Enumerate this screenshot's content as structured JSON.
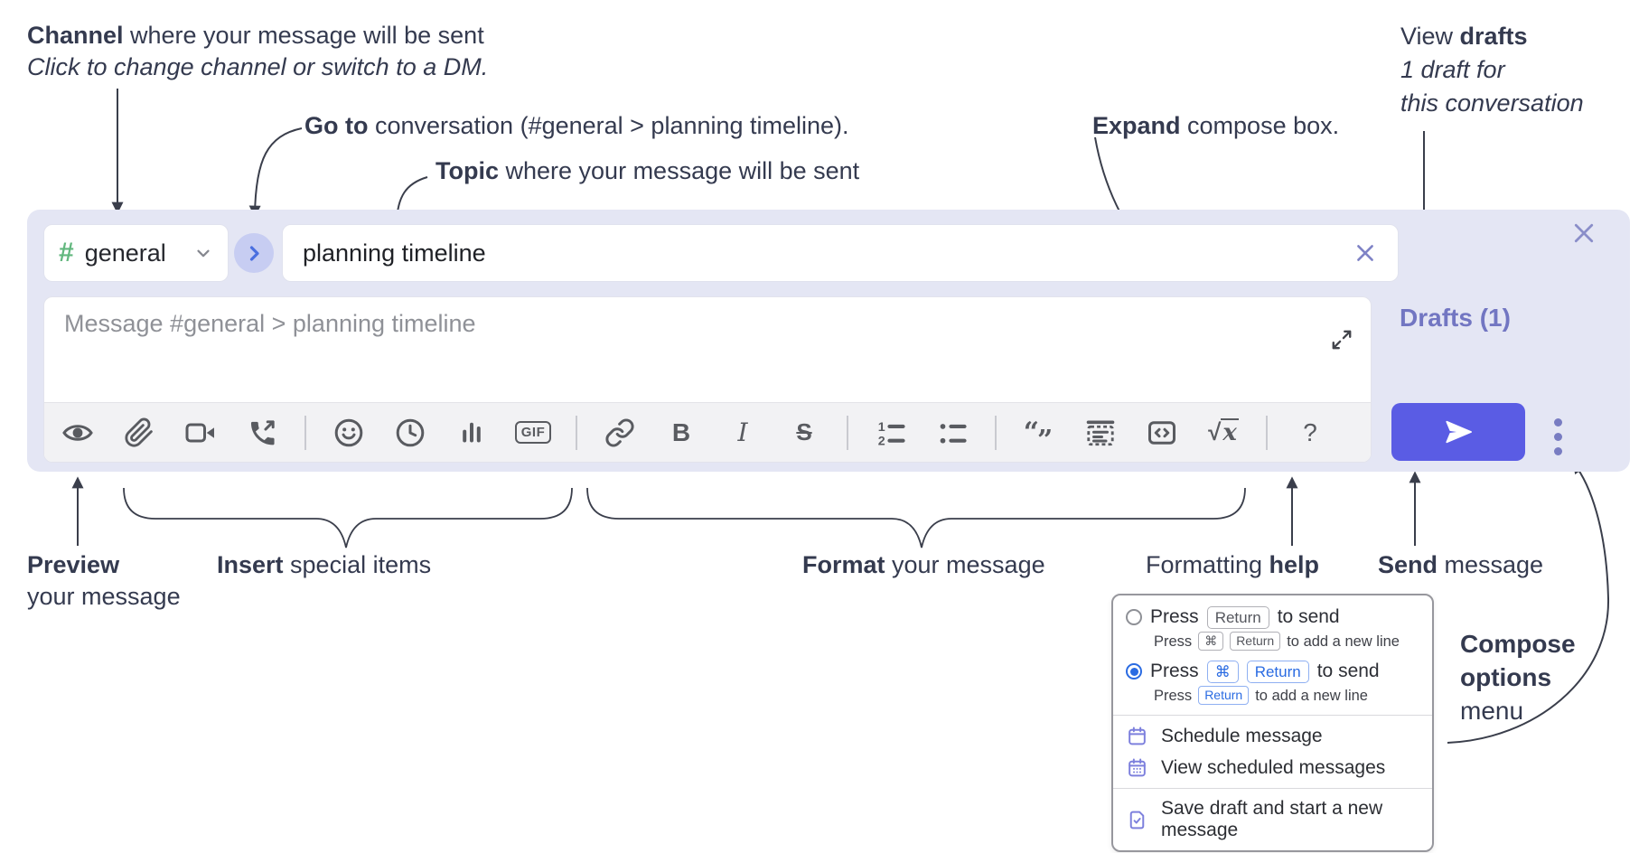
{
  "annotations": {
    "channel_line1_bold": "Channel",
    "channel_line1_rest": " where your message will be sent",
    "channel_line2": "Click to change channel or switch to a DM.",
    "goto_bold": "Go to",
    "goto_rest": " conversation (#general > planning timeline).",
    "topic_bold": "Topic",
    "topic_rest": " where your message will be sent",
    "expand_bold": "Expand",
    "expand_rest": " compose box.",
    "drafts_line1_rest": "View ",
    "drafts_line1_bold": "drafts",
    "drafts_line2": "1 draft for",
    "drafts_line3": "this conversation",
    "preview_bold": "Preview",
    "preview_line2": "your message",
    "insert_bold": "Insert",
    "insert_rest": " special items",
    "format_bold": "Format",
    "format_rest": " your message",
    "help_rest": "Formatting ",
    "help_bold": "help",
    "send_bold": "Send",
    "send_rest": " message",
    "compose_options_line1": "Compose",
    "compose_options_line2": "options",
    "compose_options_line3": "menu"
  },
  "compose": {
    "channel": {
      "hash": "#",
      "name": "general"
    },
    "topic_value": "planning timeline",
    "message_placeholder": "Message #general > planning timeline",
    "drafts_link": "Drafts (1)"
  },
  "icons": {
    "preview": "eye",
    "attach": "paperclip",
    "video": "video-camera",
    "call": "phone-outgoing",
    "emoji": "smiley-face",
    "history": "clock",
    "poll": "bar-chart",
    "gif": "GIF",
    "link": "chain-link",
    "bold": "B",
    "italic": "I",
    "strikethrough": "S",
    "ordered_list": "numbered-list",
    "ol_num1": "1",
    "ol_num2": "2",
    "bullet_list": "bulleted-list",
    "quote_open": "“",
    "quote_close": "”",
    "snippet": "dashed-box-lines",
    "code": "angle-brackets-box",
    "math_root": "√",
    "math_var": "x",
    "help": "?",
    "send": "paper-plane",
    "more": "vertical-ellipsis",
    "expand": "diagonal-arrows",
    "close": "x",
    "clear": "x"
  },
  "options_menu": {
    "option_return": {
      "selected": false,
      "main_prefix": "Press",
      "main_key1": "Return",
      "main_suffix": "to send",
      "sub_prefix": "Press",
      "sub_key1": "⌘",
      "sub_key2": "Return",
      "sub_suffix": "to add a new line"
    },
    "option_cmd_return": {
      "selected": true,
      "main_prefix": "Press",
      "main_key1": "⌘",
      "main_key2": "Return",
      "main_suffix": "to send",
      "sub_prefix": "Press",
      "sub_key1": "Return",
      "sub_suffix": "to add a new line"
    },
    "items": {
      "schedule": "Schedule message",
      "view_scheduled": "View scheduled messages",
      "save_draft": "Save draft and start a new message"
    }
  },
  "colors": {
    "annotation_text": "#343a4f",
    "panel_bg": "#e4e6f4",
    "send_button": "#5a5ce4",
    "link_purple": "#7276c2",
    "hash_green": "#62b77e",
    "goto_chevron_blue": "#4b6fe0",
    "toolbar_icon": "#595b60",
    "selected_radio": "#2a6be2"
  }
}
